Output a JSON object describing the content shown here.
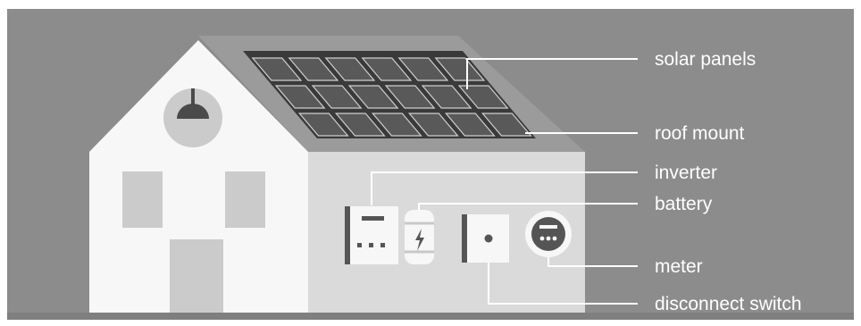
{
  "diagram": {
    "labels": {
      "solar_panels": "solar panels",
      "roof_mount": "roof mount",
      "inverter": "inverter",
      "battery": "battery",
      "meter": "meter",
      "disconnect_switch": "disconnect switch"
    }
  },
  "colors": {
    "background": "#8c8c8c",
    "ground": "#7f7f7f",
    "house_front": "#f7f7f7",
    "house_side": "#dadada",
    "roof": "#9b9b9b",
    "panel_frame": "#3a3a3a",
    "panel_cell": "#595959",
    "window": "#cbcbcb",
    "leader_line": "#ffffff"
  },
  "icons": [
    "lamp-icon",
    "lightning-bolt-icon"
  ]
}
